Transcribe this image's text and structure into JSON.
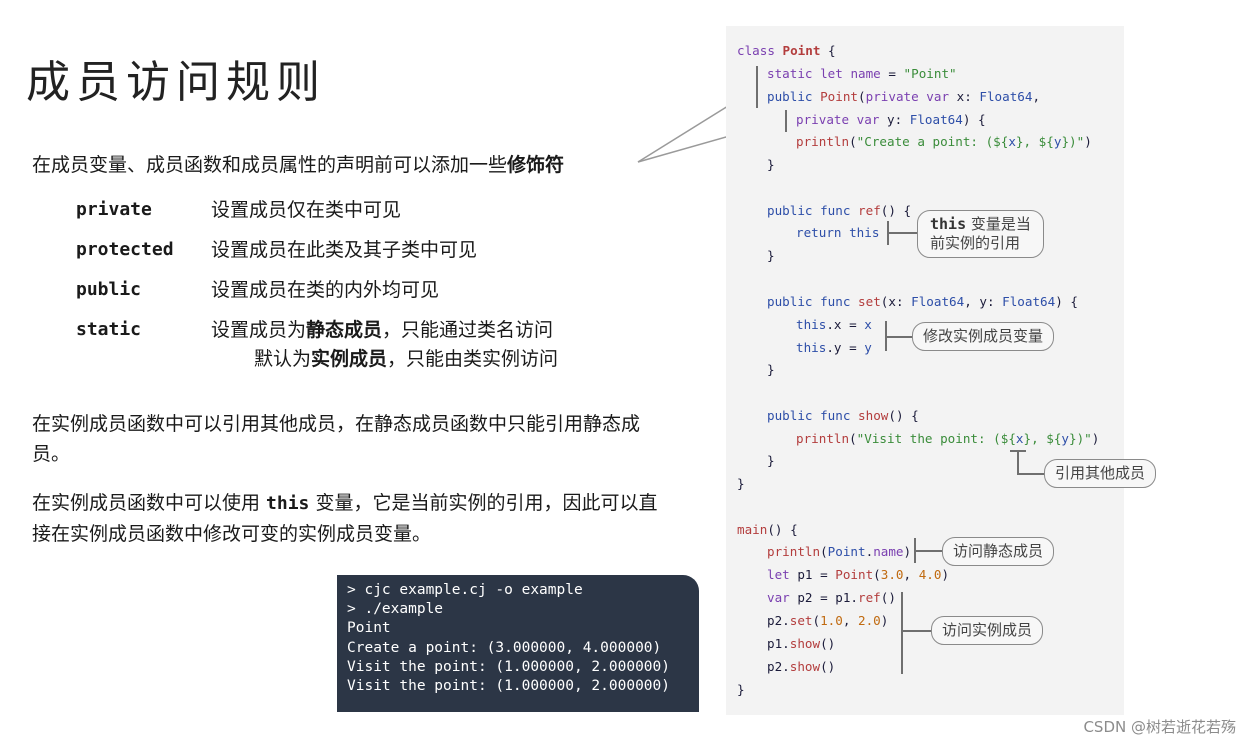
{
  "slide": {
    "title": "成员访问规则"
  },
  "intro": {
    "before": "在成员变量、成员函数和成员属性的声明前可以添加一些",
    "bold": "修饰符"
  },
  "modifiers": [
    {
      "keyword": "private",
      "description": "设置成员仅在类中可见"
    },
    {
      "keyword": "protected",
      "description": "设置成员在此类及其子类中可见"
    },
    {
      "keyword": "public",
      "description": "设置成员在类的内外均可见"
    },
    {
      "keyword": "static",
      "desc_before": "设置成员为",
      "desc_bold": "静态成员",
      "desc_after": "，只能通过类名访问"
    }
  ],
  "static_default": {
    "before": "默认为",
    "bold": "实例成员",
    "after": "，只能由类实例访问"
  },
  "para_access": "在实例成员函数中可以引用其他成员，在静态成员函数中只能引用静态成员。",
  "para_this": {
    "before": "在实例成员函数中可以使用 ",
    "code": "this",
    "after": " 变量，它是当前实例的引用，因此可以直接在实例成员函数中修改可变的实例成员变量。"
  },
  "terminal": {
    "lines": [
      "> cjc example.cj -o example",
      "> ./example",
      "Point",
      "Create a point: (3.000000, 4.000000)",
      "Visit the point: (1.000000, 2.000000)",
      "Visit the point: (1.000000, 2.000000)"
    ]
  },
  "callouts": {
    "this_code": "this",
    "this_text": " 变量是当",
    "this_line2": "前实例的引用",
    "modify": "修改实例成员变量",
    "reference": "引用其他成员",
    "static_access": "访问静态成员",
    "instance_access": "访问实例成员"
  },
  "watermark": "CSDN @树若逝花若殇"
}
